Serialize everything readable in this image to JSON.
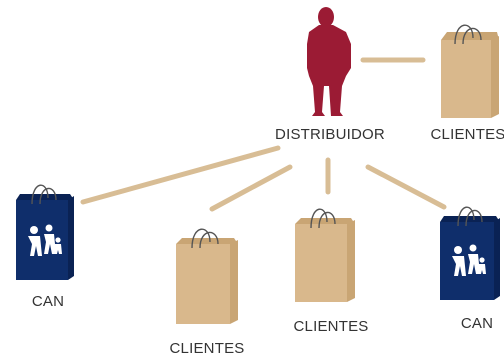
{
  "labels": {
    "distribuidor": "DISTRIBUIDOR",
    "clientes_right": "CLIENTES",
    "can_left": "CAN",
    "clientes_mid_left": "CLIENTES",
    "clientes_mid": "CLIENTES",
    "can_right": "CAN"
  },
  "colors": {
    "person": "#9b1b34",
    "kraft_bag": "#d9b88c",
    "kraft_bag_dark": "#c9a574",
    "can_bag": "#0f2e6b",
    "connector": "#d8bd95"
  },
  "icons": {
    "distributor": "person-icon",
    "clientes_bag": "kraft-shopping-bag-icon",
    "can_bag": "can-logo-shopping-bag-icon"
  }
}
